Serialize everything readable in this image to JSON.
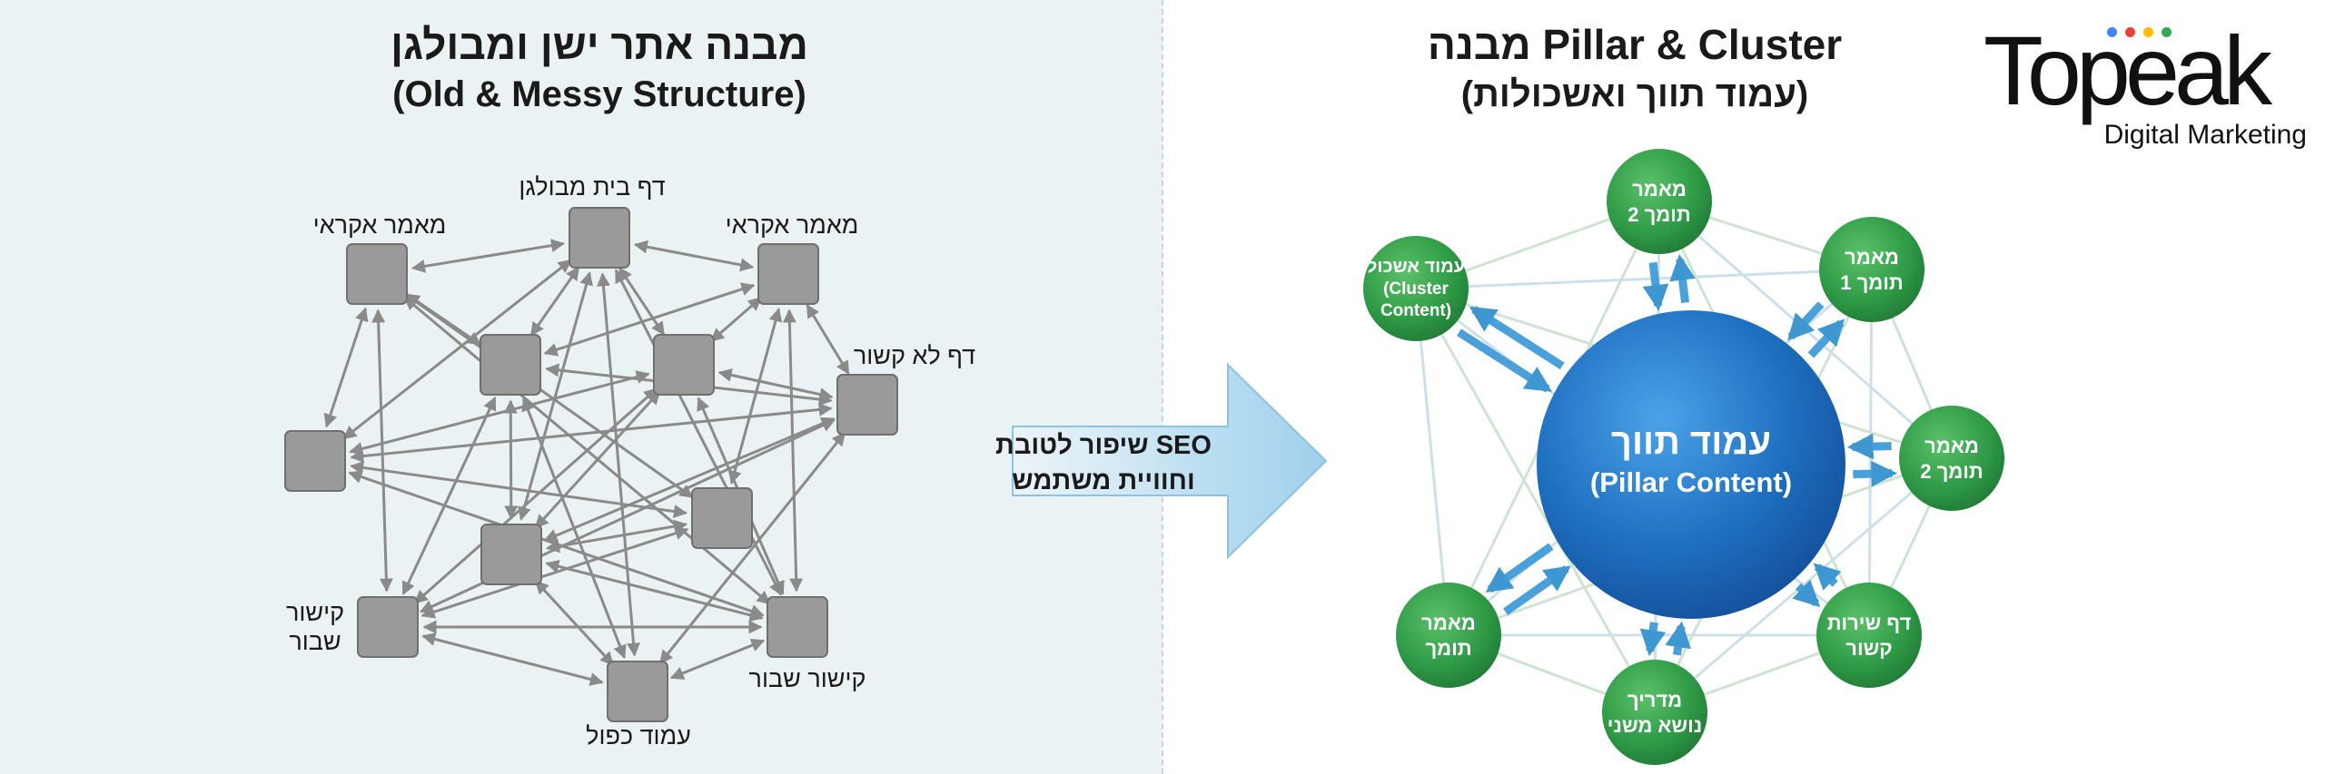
{
  "left": {
    "title": "מבנה אתר ישן ומבולגן",
    "subtitle": "(Old & Messy Structure)",
    "labels": {
      "home": "דף בית מבולגן",
      "random_left": "מאמר אקראי",
      "random_right": "מאמר אקראי",
      "unrelated": "דף לא קשור",
      "broken_left_1": "קישור",
      "broken_left_2": "שבור",
      "broken_right": "קישור שבור",
      "duplicate": "עמוד כפול"
    }
  },
  "transition": {
    "line1": "שיפור לטובת SEO",
    "line2": "וחוויית משתמש"
  },
  "right": {
    "title": "מבנה Pillar & Cluster",
    "subtitle": "(עמוד תווך ואשכולות)",
    "pillar": {
      "line1": "עמוד תווך",
      "line2": "(Pillar Content)"
    },
    "satellites": {
      "cluster": [
        "עמוד אשכול",
        "(Cluster",
        "Content)"
      ],
      "top": [
        "מאמר",
        "תומך 2"
      ],
      "top_right": [
        "מאמר",
        "תומך 1"
      ],
      "right": [
        "מאמר",
        "תומך 2"
      ],
      "bottom_right": [
        "דף שירות",
        "קשור"
      ],
      "bottom": [
        "מדריך",
        "נושא משני"
      ],
      "bottom_left": [
        "מאמר",
        "תומך"
      ]
    }
  },
  "logo": {
    "wordmark": "Topeak",
    "tagline": "Digital Marketing",
    "dot_colors": [
      "#4285f4",
      "#ea4335",
      "#fbbc05",
      "#34a853"
    ]
  },
  "colors": {
    "left_bg": "#eaf2f3",
    "box": "#9a9a9a",
    "box_border": "#6f6f6f",
    "messy_arrow": "#8a8a8a",
    "transition_arrow": "#a9d4ec",
    "pillar": "#1f6fc0",
    "satellite": "#2e9a46",
    "pillar_arrow": "#4aa0d8",
    "web_line": "#cfe3d2"
  }
}
